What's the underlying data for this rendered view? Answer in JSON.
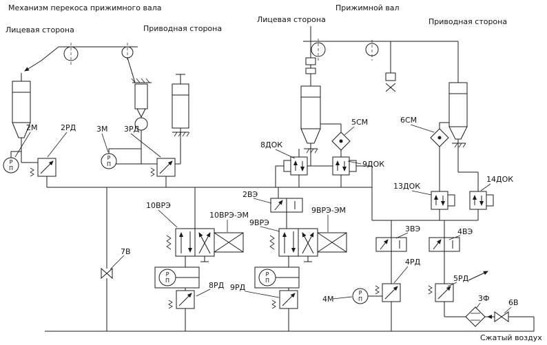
{
  "titles": {
    "left": "Механизм перекоса прижимного вала",
    "right": "Прижимной вал"
  },
  "section_labels": {
    "left_face": "Лицевая сторона",
    "left_drive": "Приводная сторона",
    "right_face": "Лицевая сторона",
    "right_drive": "Приводная сторона"
  },
  "gauge": {
    "top_letter": "Р",
    "bottom_letter": "П"
  },
  "component_labels": {
    "m2": "2М",
    "rd2": "2РД",
    "m3": "3М",
    "rd3": "3РД",
    "sm5": "5СМ",
    "sm6": "6СМ",
    "dok8": "8ДОК",
    "dok9": "9ДОК",
    "dok13": "13ДОК",
    "dok14": "14ДОК",
    "ve2": "2ВЭ",
    "ve3": "3ВЭ",
    "ve4": "4ВЭ",
    "vre10": "10ВРЭ",
    "vre10em": "10ВРЭ-ЭМ",
    "vre9": "9ВРЭ",
    "vre9em": "9ВРЭ-ЭМ",
    "v7": "7В",
    "v6": "6В",
    "rd8": "8РД",
    "rd9": "9РД",
    "rd4": "4РД",
    "rd5": "5РД",
    "m4": "4М",
    "f3": "3Ф"
  },
  "footer": {
    "compressed_air": "Сжатый воздух"
  }
}
